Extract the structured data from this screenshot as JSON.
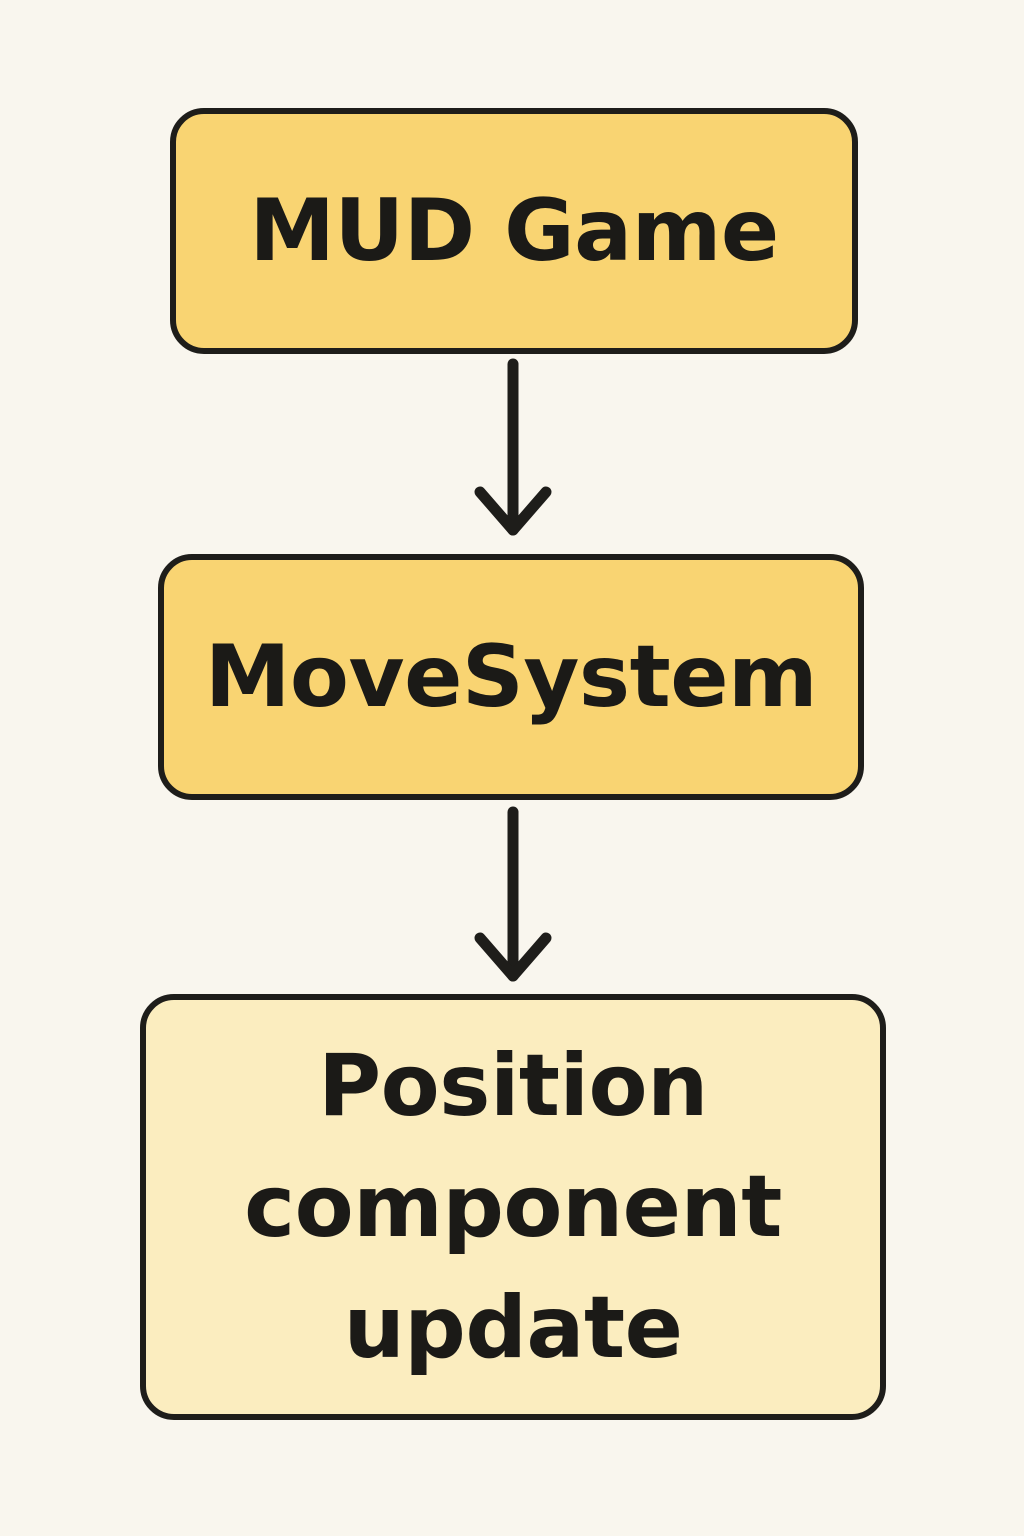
{
  "diagram": {
    "nodes": [
      {
        "id": "node-1",
        "label": "MUD Game",
        "style": "primary"
      },
      {
        "id": "node-2",
        "label": "MoveSystem",
        "style": "primary"
      },
      {
        "id": "node-3",
        "label": "Position component update",
        "style": "secondary"
      }
    ],
    "edges": [
      {
        "from": "node-1",
        "to": "node-2"
      },
      {
        "from": "node-2",
        "to": "node-3"
      }
    ]
  },
  "colors": {
    "background": "#f9f6ee",
    "primary_fill": "#f9d472",
    "secondary_fill": "#fbedbf",
    "stroke": "#1e1d1a",
    "text": "#1b1a17"
  }
}
